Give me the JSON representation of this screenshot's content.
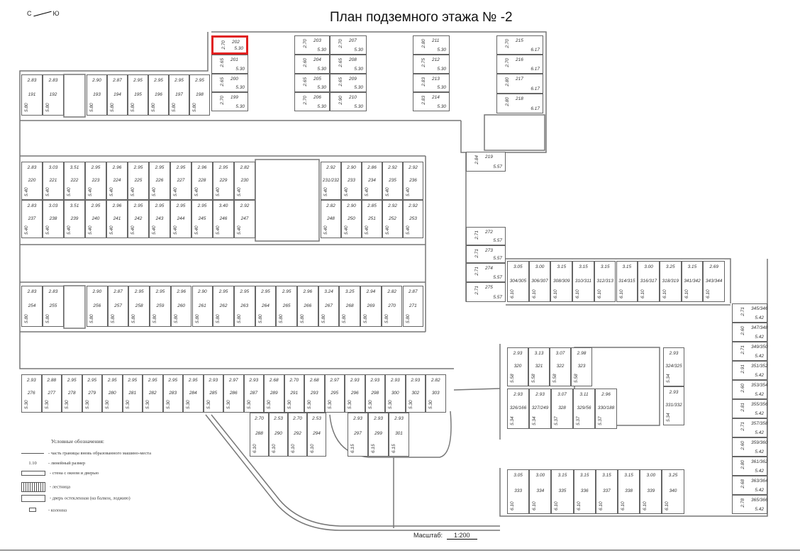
{
  "title": "План подземного этажа № -2",
  "compass": {
    "left": "С",
    "right": "Ю"
  },
  "highlighted_spot": "202",
  "highlight_color": "#e02020",
  "spots": {
    "row_191_198": [
      {
        "n": "191",
        "w": "2.83",
        "l": "5.80"
      },
      {
        "n": "192",
        "w": "2.83",
        "l": "5.80"
      },
      {
        "n": "193",
        "w": "2.90",
        "l": "5.80"
      },
      {
        "n": "194",
        "w": "2.87",
        "l": "5.80"
      },
      {
        "n": "195",
        "w": "2.95",
        "l": "5.80"
      },
      {
        "n": "196",
        "w": "2.95",
        "l": "5.80"
      },
      {
        "n": "197",
        "w": "2.95",
        "l": "5.80"
      },
      {
        "n": "198",
        "w": "2.95",
        "l": "5.80"
      }
    ],
    "col_199_202": [
      {
        "n": "202",
        "w": "2.70",
        "l": "5.30"
      },
      {
        "n": "201",
        "w": "2.65",
        "l": "5.30"
      },
      {
        "n": "200",
        "w": "2.65",
        "l": "5.30"
      },
      {
        "n": "199",
        "w": "2.70",
        "l": "5.30"
      }
    ],
    "col_203_206": [
      {
        "n": "203",
        "w": "2.70",
        "l": "5.30"
      },
      {
        "n": "204",
        "w": "2.60",
        "l": "5.30"
      },
      {
        "n": "205",
        "w": "2.65",
        "l": "5.30"
      },
      {
        "n": "206",
        "w": "2.70",
        "l": "5.30"
      }
    ],
    "col_207_210": [
      {
        "n": "207",
        "w": "2.70",
        "l": "5.30"
      },
      {
        "n": "208",
        "w": "2.65",
        "l": "5.30"
      },
      {
        "n": "209",
        "w": "2.65",
        "l": "5.30"
      },
      {
        "n": "210",
        "w": "2.90",
        "l": "5.30"
      }
    ],
    "col_211_214": [
      {
        "n": "211",
        "w": "2.80",
        "l": "5.30"
      },
      {
        "n": "212",
        "w": "2.75",
        "l": "5.30"
      },
      {
        "n": "213",
        "w": "2.83",
        "l": "5.30"
      },
      {
        "n": "214",
        "w": "2.83",
        "l": "5.30"
      }
    ],
    "col_215_218": [
      {
        "n": "215",
        "w": "2.70",
        "l": "6.17"
      },
      {
        "n": "216",
        "w": "2.70",
        "l": "6.17"
      },
      {
        "n": "217",
        "w": "2.80",
        "l": "6.17"
      },
      {
        "n": "218",
        "w": "2.80",
        "l": "6.17"
      }
    ],
    "spot_219": [
      {
        "n": "219",
        "w": "2.84",
        "l": "5.57"
      }
    ],
    "row_220_230": [
      {
        "n": "220",
        "w": "2.83",
        "l": "5.40"
      },
      {
        "n": "221",
        "w": "3.03",
        "l": "5.40"
      },
      {
        "n": "222",
        "w": "3.51",
        "l": "5.40"
      },
      {
        "n": "223",
        "w": "2.95",
        "l": "5.40"
      },
      {
        "n": "224",
        "w": "2.96",
        "l": "5.40"
      },
      {
        "n": "225",
        "w": "2.95",
        "l": "5.40"
      },
      {
        "n": "226",
        "w": "2.95",
        "l": "5.40"
      },
      {
        "n": "227",
        "w": "2.95",
        "l": "5.40"
      },
      {
        "n": "228",
        "w": "2.96",
        "l": "5.40"
      },
      {
        "n": "229",
        "w": "2.95",
        "l": "5.40"
      },
      {
        "n": "230",
        "w": "2.82",
        "l": "5.40"
      }
    ],
    "row_237_247": [
      {
        "n": "237",
        "w": "2.83",
        "l": "5.40"
      },
      {
        "n": "238",
        "w": "3.03",
        "l": "5.40"
      },
      {
        "n": "239",
        "w": "3.51",
        "l": "5.40"
      },
      {
        "n": "240",
        "w": "2.95",
        "l": "5.40"
      },
      {
        "n": "241",
        "w": "2.96",
        "l": "5.40"
      },
      {
        "n": "242",
        "w": "2.95",
        "l": "5.40"
      },
      {
        "n": "243",
        "w": "2.95",
        "l": "5.40"
      },
      {
        "n": "244",
        "w": "2.95",
        "l": "5.40"
      },
      {
        "n": "245",
        "w": "2.95",
        "l": "5.40"
      },
      {
        "n": "246",
        "w": "3.40",
        "l": "5.40"
      },
      {
        "n": "247",
        "w": "2.92",
        "l": "5.40"
      }
    ],
    "row_231_236": [
      {
        "n": "231/232",
        "w": "2.92",
        "l": "5.40"
      },
      {
        "n": "233",
        "w": "2.90",
        "l": "5.40"
      },
      {
        "n": "234",
        "w": "2.86",
        "l": "5.40"
      },
      {
        "n": "235",
        "w": "2.92",
        "l": "5.40"
      },
      {
        "n": "236",
        "w": "2.92",
        "l": "5.40"
      }
    ],
    "row_248_253": [
      {
        "n": "248",
        "w": "2.82",
        "l": "5.40"
      },
      {
        "n": "250",
        "w": "2.90",
        "l": "5.40"
      },
      {
        "n": "251",
        "w": "2.85",
        "l": "5.40"
      },
      {
        "n": "252",
        "w": "2.92",
        "l": "5.40"
      },
      {
        "n": "253",
        "w": "2.92",
        "l": "5.40"
      }
    ],
    "col_272_275": [
      {
        "n": "272",
        "w": "2.71",
        "l": "5.57"
      },
      {
        "n": "273",
        "w": "2.71",
        "l": "5.57"
      },
      {
        "n": "274",
        "w": "2.71",
        "l": "5.57"
      },
      {
        "n": "275",
        "w": "2.71",
        "l": "5.57"
      }
    ],
    "row_304_344": [
      {
        "n": "304/305",
        "w": "3.05",
        "l": "6.10"
      },
      {
        "n": "306/307",
        "w": "3.00",
        "l": "6.10"
      },
      {
        "n": "308/309",
        "w": "3.15",
        "l": "6.10"
      },
      {
        "n": "310/311",
        "w": "3.15",
        "l": "6.10"
      },
      {
        "n": "312/313",
        "w": "3.15",
        "l": "6.10"
      },
      {
        "n": "314/315",
        "w": "3.15",
        "l": "6.10"
      },
      {
        "n": "316/317",
        "w": "3.00",
        "l": "6.10"
      },
      {
        "n": "318/319",
        "w": "3.25",
        "l": "6.10"
      },
      {
        "n": "341/342",
        "w": "3.15",
        "l": "6.10"
      },
      {
        "n": "343/344",
        "w": "2.69",
        "l": "6.10"
      }
    ],
    "row_254_255": [
      {
        "n": "254",
        "w": "2.83",
        "l": "5.80"
      },
      {
        "n": "255",
        "w": "2.83",
        "l": "5.80"
      }
    ],
    "row_256_271": [
      {
        "n": "256",
        "w": "2.90",
        "l": "5.80"
      },
      {
        "n": "257",
        "w": "2.87",
        "l": "5.80"
      },
      {
        "n": "258",
        "w": "2.95",
        "l": "5.80"
      },
      {
        "n": "259",
        "w": "2.95",
        "l": "5.80"
      },
      {
        "n": "260",
        "w": "2.96",
        "l": "5.80"
      },
      {
        "n": "261",
        "w": "2.90",
        "l": "5.80"
      },
      {
        "n": "262",
        "w": "2.95",
        "l": "5.80"
      },
      {
        "n": "263",
        "w": "2.95",
        "l": "5.80"
      },
      {
        "n": "264",
        "w": "2.95",
        "l": "5.80"
      },
      {
        "n": "265",
        "w": "2.95",
        "l": "5.80"
      },
      {
        "n": "266",
        "w": "2.96",
        "l": "5.80"
      },
      {
        "n": "267",
        "w": "3.24",
        "l": "5.80"
      },
      {
        "n": "268",
        "w": "3.25",
        "l": "5.80"
      },
      {
        "n": "269",
        "w": "2.94",
        "l": "5.80"
      },
      {
        "n": "270",
        "w": "2.82",
        "l": "5.80"
      },
      {
        "n": "271",
        "w": "2.87",
        "l": "5.80"
      }
    ],
    "row_276_303": [
      {
        "n": "276",
        "w": "2.93",
        "l": "5.30"
      },
      {
        "n": "277",
        "w": "2.88",
        "l": "5.30"
      },
      {
        "n": "278",
        "w": "2.95",
        "l": "5.30"
      },
      {
        "n": "279",
        "w": "2.95",
        "l": "5.30"
      },
      {
        "n": "280",
        "w": "2.95",
        "l": "5.30"
      },
      {
        "n": "281",
        "w": "2.95",
        "l": "5.30"
      },
      {
        "n": "282",
        "w": "2.95",
        "l": "5.30"
      },
      {
        "n": "283",
        "w": "2.95",
        "l": "5.30"
      },
      {
        "n": "284",
        "w": "2.95",
        "l": "5.30"
      },
      {
        "n": "285",
        "w": "2.93",
        "l": "5.30"
      },
      {
        "n": "286",
        "w": "2.97",
        "l": "5.30"
      },
      {
        "n": "287",
        "w": "2.93",
        "l": "5.30"
      },
      {
        "n": "289",
        "w": "2.68",
        "l": "5.30"
      },
      {
        "n": "291",
        "w": "2.70",
        "l": "5.30"
      },
      {
        "n": "293",
        "w": "2.68",
        "l": "5.30"
      },
      {
        "n": "295",
        "w": "2.97",
        "l": "5.30"
      },
      {
        "n": "296",
        "w": "2.93",
        "l": "5.30"
      },
      {
        "n": "298",
        "w": "2.93",
        "l": "5.30"
      },
      {
        "n": "300",
        "w": "2.93",
        "l": "5.30"
      },
      {
        "n": "302",
        "w": "2.93",
        "l": "5.30"
      },
      {
        "n": "303",
        "w": "2.82",
        "l": "5.30"
      }
    ],
    "row_288_294": [
      {
        "n": "288",
        "w": "2.70",
        "l": "6.10"
      },
      {
        "n": "290",
        "w": "2.53",
        "l": "6.10"
      },
      {
        "n": "292",
        "w": "2.70",
        "l": "6.10"
      },
      {
        "n": "294",
        "w": "2.53",
        "l": "6.10"
      }
    ],
    "row_297_301": [
      {
        "n": "297",
        "w": "2.93",
        "l": "6.15"
      },
      {
        "n": "299",
        "w": "2.93",
        "l": "6.15"
      },
      {
        "n": "301",
        "w": "2.93",
        "l": "6.15"
      }
    ],
    "row_320_323": [
      {
        "n": "320",
        "w": "2.93",
        "l": "5.58"
      },
      {
        "n": "321",
        "w": "3.13",
        "l": "5.58"
      },
      {
        "n": "322",
        "w": "3.07",
        "l": "5.58"
      },
      {
        "n": "323",
        "w": "2.98",
        "l": "5.58"
      }
    ],
    "row_326_330": [
      {
        "n": "326/166",
        "w": "2.93",
        "l": "5.34"
      },
      {
        "n": "327/249",
        "w": "2.93",
        "l": "5.34"
      },
      {
        "n": "328",
        "w": "3.07",
        "l": "5.37"
      },
      {
        "n": "329/56",
        "w": "3.11",
        "l": "5.37"
      },
      {
        "n": "330/188",
        "w": "2.96",
        "l": "5.37"
      }
    ],
    "col_324_332": [
      {
        "n": "324/325",
        "w": "2.93",
        "l": "5.34"
      },
      {
        "n": "331/332",
        "w": "2.93",
        "l": "5.34"
      }
    ],
    "row_333_340": [
      {
        "n": "333",
        "w": "3.05",
        "l": "6.10"
      },
      {
        "n": "334",
        "w": "3.00",
        "l": "6.10"
      },
      {
        "n": "335",
        "w": "3.15",
        "l": "6.10"
      },
      {
        "n": "336",
        "w": "3.15",
        "l": "6.10"
      },
      {
        "n": "337",
        "w": "3.15",
        "l": "6.10"
      },
      {
        "n": "338",
        "w": "3.15",
        "l": "6.10"
      },
      {
        "n": "339",
        "w": "3.00",
        "l": "6.10"
      },
      {
        "n": "340",
        "w": "3.25",
        "l": "6.10"
      }
    ],
    "col_345_366": [
      {
        "n": "345/346",
        "w": "2.71",
        "l": "5.42"
      },
      {
        "n": "347/348",
        "w": "2.60",
        "l": "5.42"
      },
      {
        "n": "349/350",
        "w": "2.71",
        "l": "5.42"
      },
      {
        "n": "351/352",
        "w": "2.91",
        "l": "5.42"
      },
      {
        "n": "353/354",
        "w": "2.60",
        "l": "5.42"
      },
      {
        "n": "355/356",
        "w": "2.81",
        "l": "5.42"
      },
      {
        "n": "357/358",
        "w": "2.71",
        "l": "5.42"
      },
      {
        "n": "359/360",
        "w": "2.60",
        "l": "5.42"
      },
      {
        "n": "361/362",
        "w": "2.80",
        "l": "5.42"
      },
      {
        "n": "363/364",
        "w": "2.68",
        "l": "5.42"
      },
      {
        "n": "365/366",
        "w": "2.78",
        "l": "5.42"
      }
    ]
  },
  "legend": {
    "title": "Условные обозначения:",
    "items": [
      {
        "symbol": "",
        "text": "- часть границы вновь образованного машино-места"
      },
      {
        "symbol": "1.10",
        "text": "- линейный размер"
      },
      {
        "symbol": "",
        "text": "- стена с окном и дверью"
      },
      {
        "symbol": "",
        "text": "- лестница"
      },
      {
        "symbol": "",
        "text": "- дверь остекленная (на балкон, лоджию)"
      },
      {
        "symbol": "",
        "text": "- колонна"
      }
    ]
  },
  "scale": {
    "label": "Масштаб:",
    "value": "1:200"
  }
}
